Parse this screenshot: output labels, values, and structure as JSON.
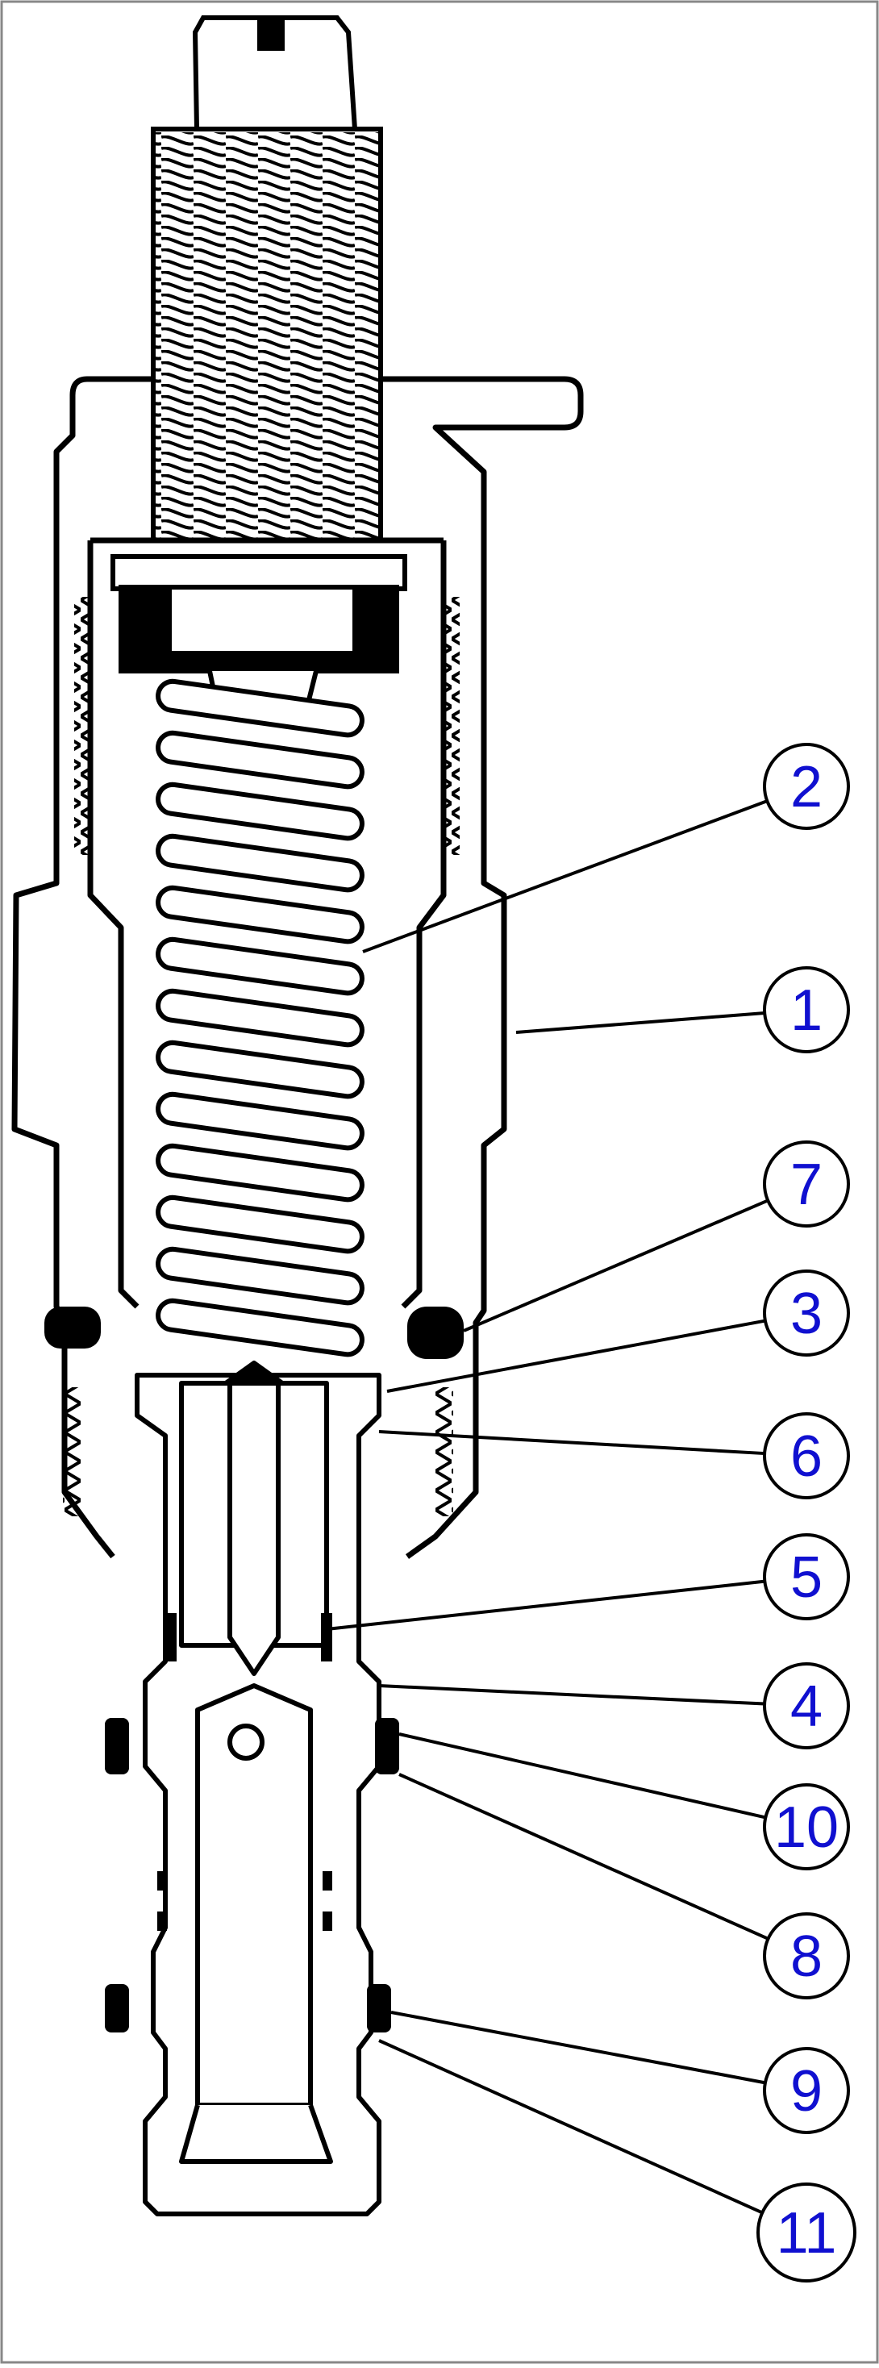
{
  "colors": {
    "line": "#000000",
    "callout_text": "#1010d0",
    "background": "#ffffff"
  },
  "callouts": [
    {
      "label": "2"
    },
    {
      "label": "1"
    },
    {
      "label": "7"
    },
    {
      "label": "3"
    },
    {
      "label": "6"
    },
    {
      "label": "5"
    },
    {
      "label": "4"
    },
    {
      "label": "10"
    },
    {
      "label": "8"
    },
    {
      "label": "9"
    },
    {
      "label": "11"
    }
  ]
}
